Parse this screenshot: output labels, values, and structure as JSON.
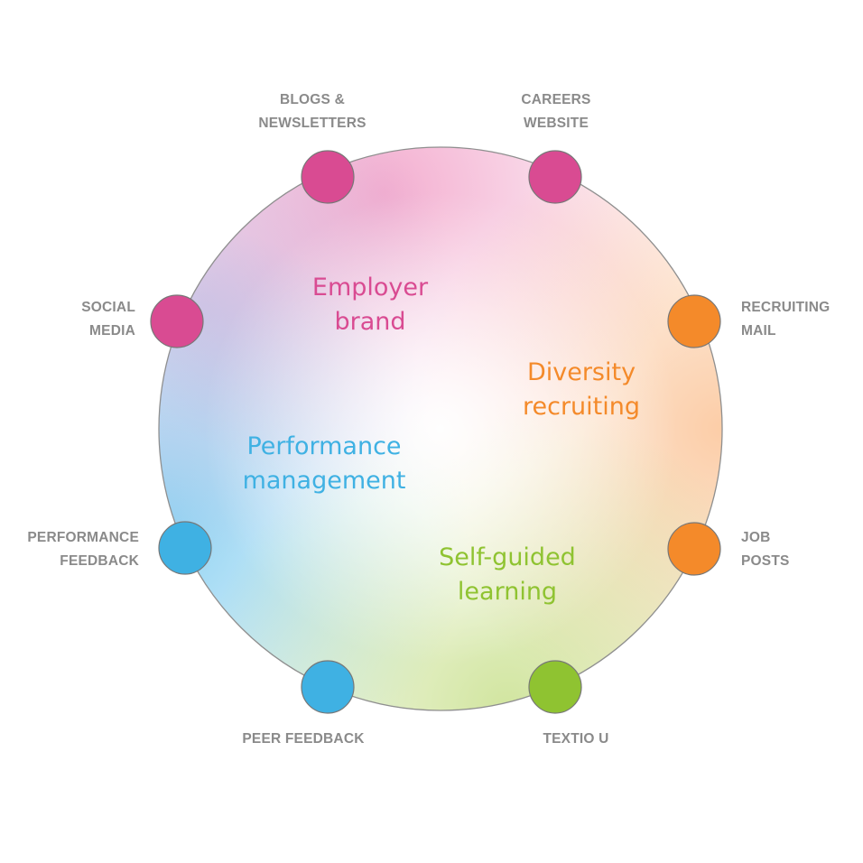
{
  "diagram": {
    "regions": [
      {
        "id": "employer",
        "lines": [
          "Employer",
          "brand"
        ],
        "color": "#d94b92"
      },
      {
        "id": "diversity",
        "lines": [
          "Diversity",
          "recruiting"
        ],
        "color": "#f48a2a"
      },
      {
        "id": "performance",
        "lines": [
          "Performance",
          "management"
        ],
        "color": "#3fb1e3"
      },
      {
        "id": "selfguided",
        "lines": [
          "Self-guided",
          "learning"
        ],
        "color": "#8fc331"
      }
    ],
    "channels": [
      {
        "id": "blogs",
        "lines": [
          "BLOGS &",
          "NEWSLETTERS"
        ],
        "color": "#d94b92"
      },
      {
        "id": "careers",
        "lines": [
          "CAREERS",
          "WEBSITE"
        ],
        "color": "#d94b92"
      },
      {
        "id": "social",
        "lines": [
          "SOCIAL",
          "MEDIA"
        ],
        "color": "#d94b92"
      },
      {
        "id": "recruiting-mail",
        "lines": [
          "RECRUITING",
          "MAIL"
        ],
        "color": "#f48a2a"
      },
      {
        "id": "job-posts",
        "lines": [
          "JOB",
          "POSTS"
        ],
        "color": "#f48a2a"
      },
      {
        "id": "textio-u",
        "lines": [
          "TEXTIO U"
        ],
        "color": "#8fc331"
      },
      {
        "id": "peer-feedback",
        "lines": [
          "PEER FEEDBACK"
        ],
        "color": "#3fb1e3"
      },
      {
        "id": "performance-feedback",
        "lines": [
          "PERFORMANCE",
          "FEEDBACK"
        ],
        "color": "#3fb1e3"
      }
    ]
  }
}
